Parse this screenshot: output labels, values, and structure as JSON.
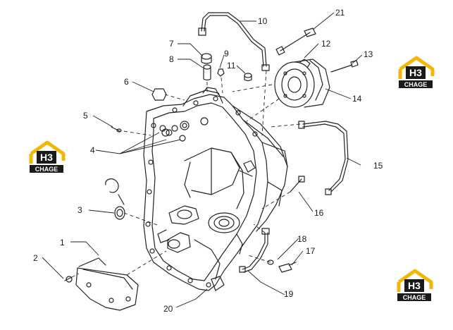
{
  "diagram": {
    "callouts": [
      "1",
      "2",
      "3",
      "4",
      "5",
      "6",
      "7",
      "8",
      "9",
      "10",
      "11",
      "12",
      "13",
      "14",
      "15",
      "16",
      "17",
      "18",
      "19",
      "20",
      "21"
    ]
  },
  "logo": {
    "mark": "H3",
    "text": "CHAGE",
    "colors": {
      "frame": "#F2B705",
      "mark_bg": "#1a1a1a",
      "mark_fg": "#ffffff",
      "bar": "#1a1a1a"
    }
  },
  "colors": {
    "line": "#222222",
    "paper": "#ffffff"
  }
}
